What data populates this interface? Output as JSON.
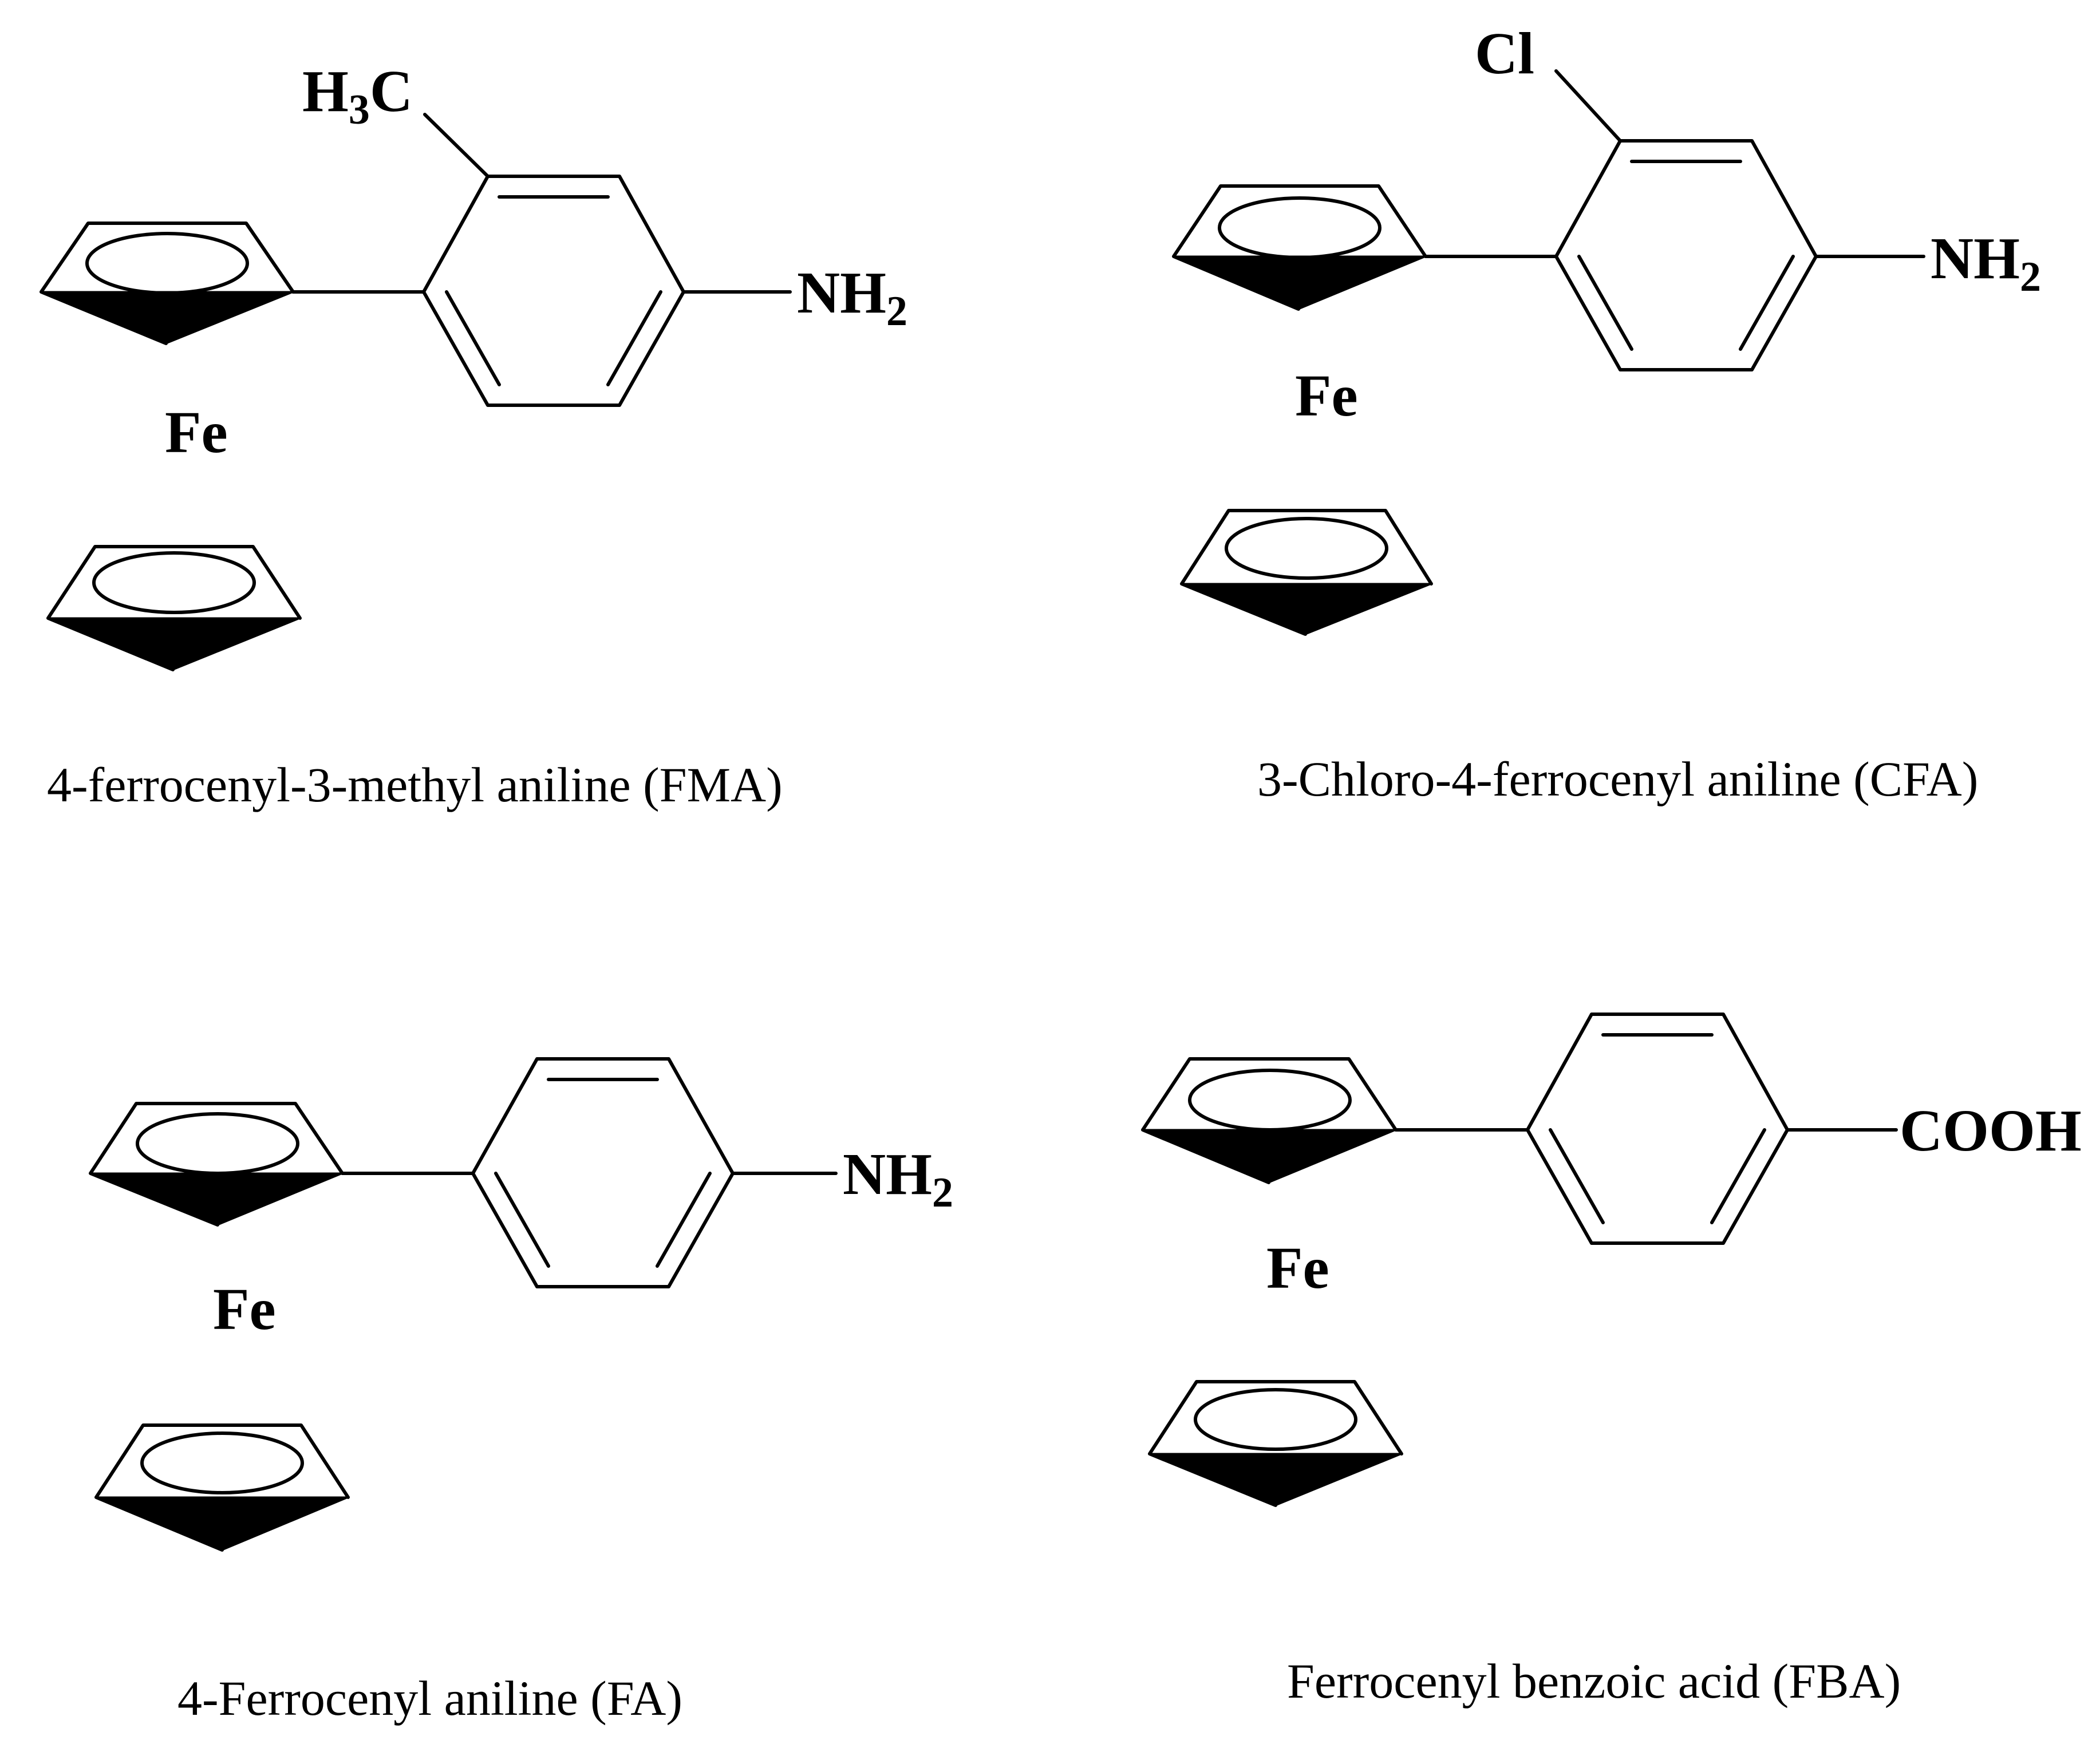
{
  "figure": {
    "compounds": [
      {
        "id": "fma",
        "metal": "Fe",
        "substituent_main": "H",
        "substituent_sub": "3",
        "substituent_tail": "C",
        "amine_main": "NH",
        "amine_sub": "2",
        "caption": "4-ferrocenyl-3-methyl aniline (FMA)"
      },
      {
        "id": "cfa",
        "metal": "Fe",
        "substituent_main": "Cl",
        "amine_main": "NH",
        "amine_sub": "2",
        "caption": "3-Chloro-4-ferrocenyl aniline (CFA)"
      },
      {
        "id": "fa",
        "metal": "Fe",
        "amine_main": "NH",
        "amine_sub": "2",
        "caption": "4-Ferrocenyl aniline (FA)"
      },
      {
        "id": "fba",
        "metal": "Fe",
        "acid_label": "COOH",
        "caption": "Ferrocenyl benzoic acid (FBA)"
      }
    ]
  }
}
